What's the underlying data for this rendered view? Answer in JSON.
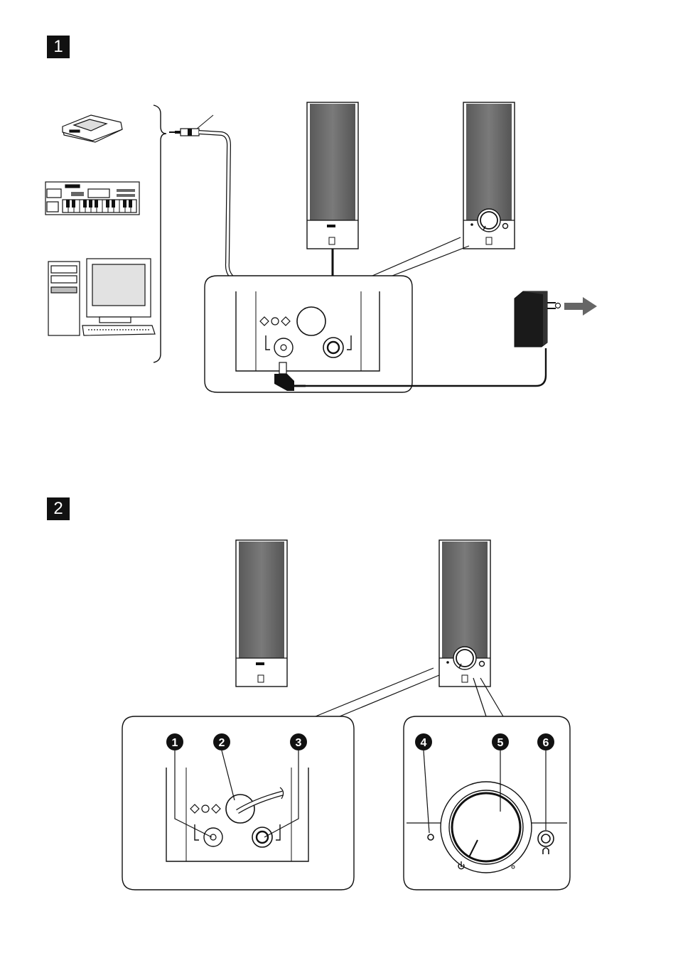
{
  "steps": [
    {
      "label": "1"
    },
    {
      "label": "2"
    }
  ],
  "callouts": [
    "1",
    "2",
    "3",
    "4",
    "5",
    "6"
  ],
  "icons": {
    "volume_indicator": "power-icon",
    "headphone": "headphone-icon",
    "arrow": "arrow-right-icon"
  },
  "colors": {
    "grille": "#6e6e6e",
    "grille_dark": "#4a4a4a",
    "line": "#111111",
    "adapter": "#1a1a1a"
  }
}
